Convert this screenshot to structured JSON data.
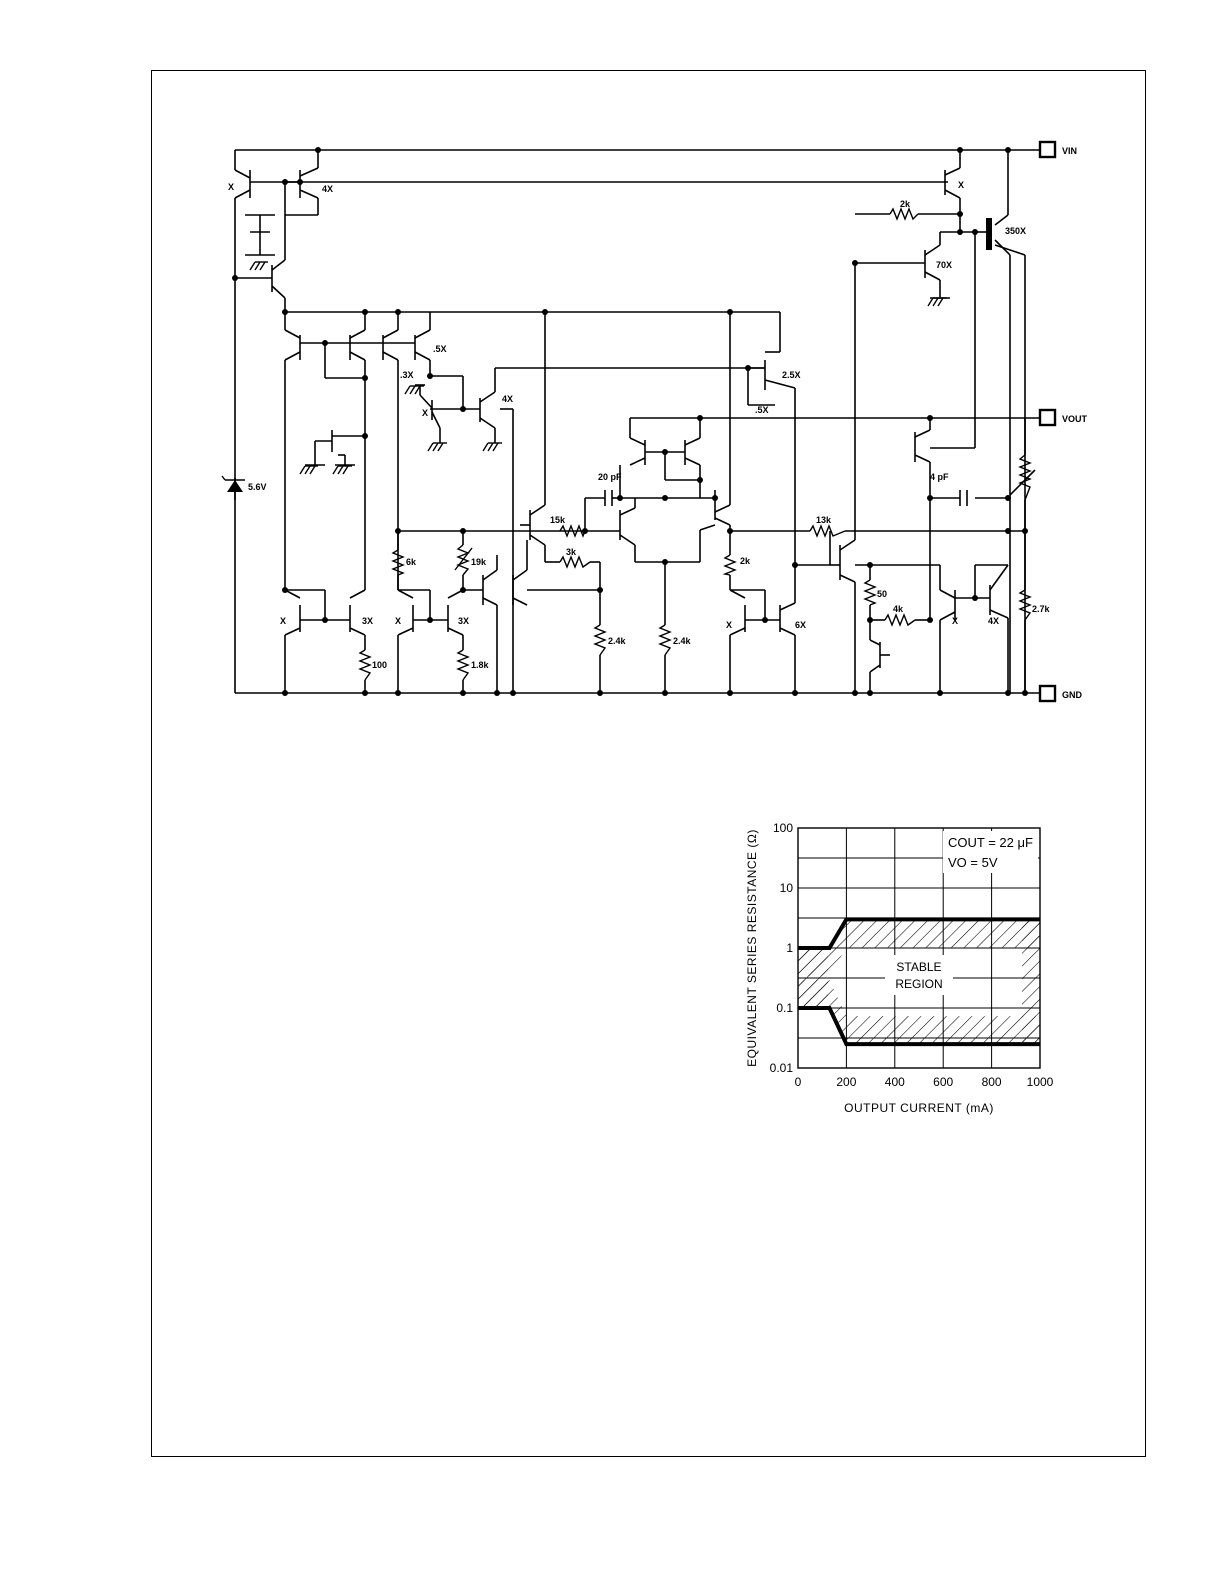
{
  "schematic": {
    "pins": {
      "vin": "VIN",
      "vout": "VOUT",
      "gnd": "GND"
    },
    "labels": {
      "t_x_topleft": "X",
      "t_4x_top": "4X",
      "t_x_topright": "X",
      "r_2k_top": "2k",
      "t_350x": "350X",
      "t_70x": "70X",
      "t_5x": ".5X",
      "t_3x_mid": ".3X",
      "t_x_mid": "X",
      "t_4x_mid": "4X",
      "t_25x": "2.5X",
      "t_5x_b": ".5X",
      "zener": "5.6V",
      "c_20pf": "20 pF",
      "r_15k": "15k",
      "r_3k": "3k",
      "c_4pf": "4 pF",
      "r_13k": "13k",
      "r_6k": "6k",
      "r_19k": "19k",
      "r_2k_mid": "2k",
      "r_50": "50",
      "r_4k": "4k",
      "r_27k": "2.7k",
      "t_x_bl": "X",
      "t_3x_bl": "3X",
      "t_x_bl2": "X",
      "t_3x_bl2": "3X",
      "t_x_bm": "X",
      "t_6x": "6X",
      "t_x_br": "X",
      "t_4x_br": "4X",
      "r_100": "100",
      "r_18k": "1.8k",
      "r_24k_a": "2.4k",
      "r_24k_b": "2.4k"
    }
  },
  "chart_data": {
    "type": "area",
    "xlabel": "OUTPUT CURRENT (mA)",
    "ylabel": "EQUIVALENT SERIES RESISTANCE (Ω)",
    "xlim": [
      0,
      1000
    ],
    "ylim": [
      0.01,
      100
    ],
    "yscale": "log",
    "grid": true,
    "x_ticks": [
      "0",
      "200",
      "400",
      "600",
      "800",
      "1000"
    ],
    "y_ticks": [
      "0.01",
      "0.1",
      "1",
      "10",
      "100"
    ],
    "annotation": {
      "cout": "COUT = 22 μF",
      "vo": "VO = 5V"
    },
    "region_label_line1": "STABLE",
    "region_label_line2": "REGION",
    "upper_boundary": {
      "x": [
        0,
        130,
        200,
        1000
      ],
      "y": [
        1,
        1,
        3,
        3
      ]
    },
    "lower_boundary": {
      "x": [
        0,
        130,
        200,
        1000
      ],
      "y": [
        0.1,
        0.1,
        0.025,
        0.025
      ]
    }
  }
}
